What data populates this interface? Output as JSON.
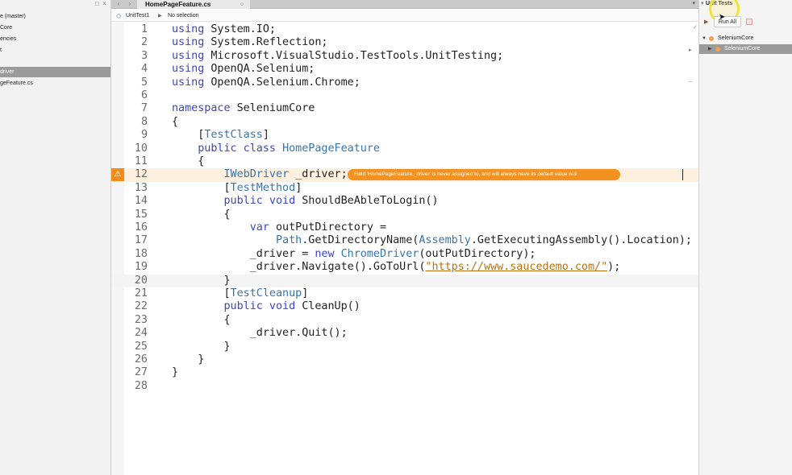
{
  "solution_pad": {
    "items": [
      {
        "label": "e (master)",
        "selected": false
      },
      {
        "label": "Core",
        "selected": false
      },
      {
        "label": "encies",
        "selected": false
      },
      {
        "label": "t",
        "selected": false
      },
      {
        "label": "driver",
        "selected": true
      },
      {
        "label": "geFeature.cs",
        "selected": false
      }
    ]
  },
  "tabbar": {
    "active_tab": "HomePageFeature.cs"
  },
  "breadcrumb": {
    "class_name": "UnitTest1",
    "member": "No selection"
  },
  "editor": {
    "warning_line": 12,
    "current_line": 20,
    "warning_message": "Field 'HomePageFeature._driver' is never assigned to, and will always have its default value null",
    "lines": [
      {
        "n": "1",
        "parts": [
          [
            "kw",
            "using"
          ],
          [
            "",
            "System.IO;"
          ]
        ]
      },
      {
        "n": "2",
        "parts": [
          [
            "kw",
            "using"
          ],
          [
            "",
            "System.Reflection;"
          ]
        ]
      },
      {
        "n": "3",
        "parts": [
          [
            "kw",
            "using"
          ],
          [
            "",
            "Microsoft.VisualStudio.TestTools.UnitTesting;"
          ]
        ]
      },
      {
        "n": "4",
        "parts": [
          [
            "kw",
            "using"
          ],
          [
            "",
            "OpenQA.Selenium;"
          ]
        ]
      },
      {
        "n": "5",
        "parts": [
          [
            "kw",
            "using"
          ],
          [
            "",
            "OpenQA.Selenium.Chrome;"
          ]
        ]
      },
      {
        "n": "6",
        "parts": []
      },
      {
        "n": "7",
        "parts": [
          [
            "kw",
            "namespace"
          ],
          [
            "",
            "SeleniumCore"
          ]
        ]
      },
      {
        "n": "8",
        "parts": [
          [
            "",
            "{"
          ]
        ]
      },
      {
        "n": "9",
        "parts": [
          [
            "",
            "    ["
          ],
          [
            "ty",
            "TestClass"
          ],
          [
            "",
            "]"
          ]
        ]
      },
      {
        "n": "10",
        "parts": [
          [
            "kw",
            "    public class"
          ],
          [
            "ty",
            "HomePageFeature"
          ]
        ]
      },
      {
        "n": "11",
        "parts": [
          [
            "",
            "    {"
          ]
        ]
      },
      {
        "n": "12",
        "parts": [
          [
            "ty",
            "        IWebDriver"
          ],
          [
            "",
            "_driver;"
          ]
        ]
      },
      {
        "n": "13",
        "parts": [
          [
            "",
            "        ["
          ],
          [
            "ty",
            "TestMethod"
          ],
          [
            "",
            "]"
          ]
        ]
      },
      {
        "n": "14",
        "parts": [
          [
            "kw",
            "        public void"
          ],
          [
            "",
            "ShouldBeAbleToLogin()"
          ]
        ]
      },
      {
        "n": "15",
        "parts": [
          [
            "",
            "        {"
          ]
        ]
      },
      {
        "n": "16",
        "parts": [
          [
            "kw",
            "            var"
          ],
          [
            "",
            "outPutDirectory ="
          ]
        ]
      },
      {
        "n": "17",
        "parts": [
          [
            "ty",
            "                Path"
          ],
          [
            "",
            ".GetDirectoryName("
          ],
          [
            "ty",
            "Assembly"
          ],
          [
            "",
            ".GetExecutingAssembly().Location);"
          ]
        ]
      },
      {
        "n": "18",
        "parts": [
          [
            "",
            "            _driver = "
          ],
          [
            "kw",
            "new"
          ],
          [
            "ty",
            "ChromeDriver"
          ],
          [
            "",
            "(outPutDirectory);"
          ]
        ]
      },
      {
        "n": "19",
        "parts": [
          [
            "",
            "            _driver.Navigate().GoToUrl("
          ],
          [
            "url",
            "\"https://www.saucedemo.com/\""
          ],
          [
            "",
            ");"
          ]
        ]
      },
      {
        "n": "20",
        "parts": [
          [
            "",
            "        }"
          ]
        ]
      },
      {
        "n": "21",
        "parts": [
          [
            "",
            "        ["
          ],
          [
            "ty",
            "TestCleanup"
          ],
          [
            "",
            "]"
          ]
        ]
      },
      {
        "n": "22",
        "parts": [
          [
            "kw",
            "        public void"
          ],
          [
            "",
            "CleanUp()"
          ]
        ]
      },
      {
        "n": "23",
        "parts": [
          [
            "",
            "        {"
          ]
        ]
      },
      {
        "n": "24",
        "parts": [
          [
            "",
            "            _driver.Quit();"
          ]
        ]
      },
      {
        "n": "25",
        "parts": [
          [
            "",
            "        }"
          ]
        ]
      },
      {
        "n": "26",
        "parts": [
          [
            "",
            "    }"
          ]
        ]
      },
      {
        "n": "27",
        "parts": [
          [
            "",
            "}"
          ]
        ]
      },
      {
        "n": "28",
        "parts": []
      }
    ]
  },
  "unit_tests_pad": {
    "title": "Unit Tests",
    "run_all_label": "Run All",
    "tree": [
      {
        "label": "SeleniumCore",
        "expanded": true,
        "selected": false
      },
      {
        "label": "SeleniumCore",
        "expanded": false,
        "selected": true
      }
    ]
  },
  "colors": {
    "warning": "#f39221",
    "keyword": "#3a46c9",
    "type": "#3a73a6",
    "string": "#c0700f",
    "selection": "#9b9b9b"
  }
}
